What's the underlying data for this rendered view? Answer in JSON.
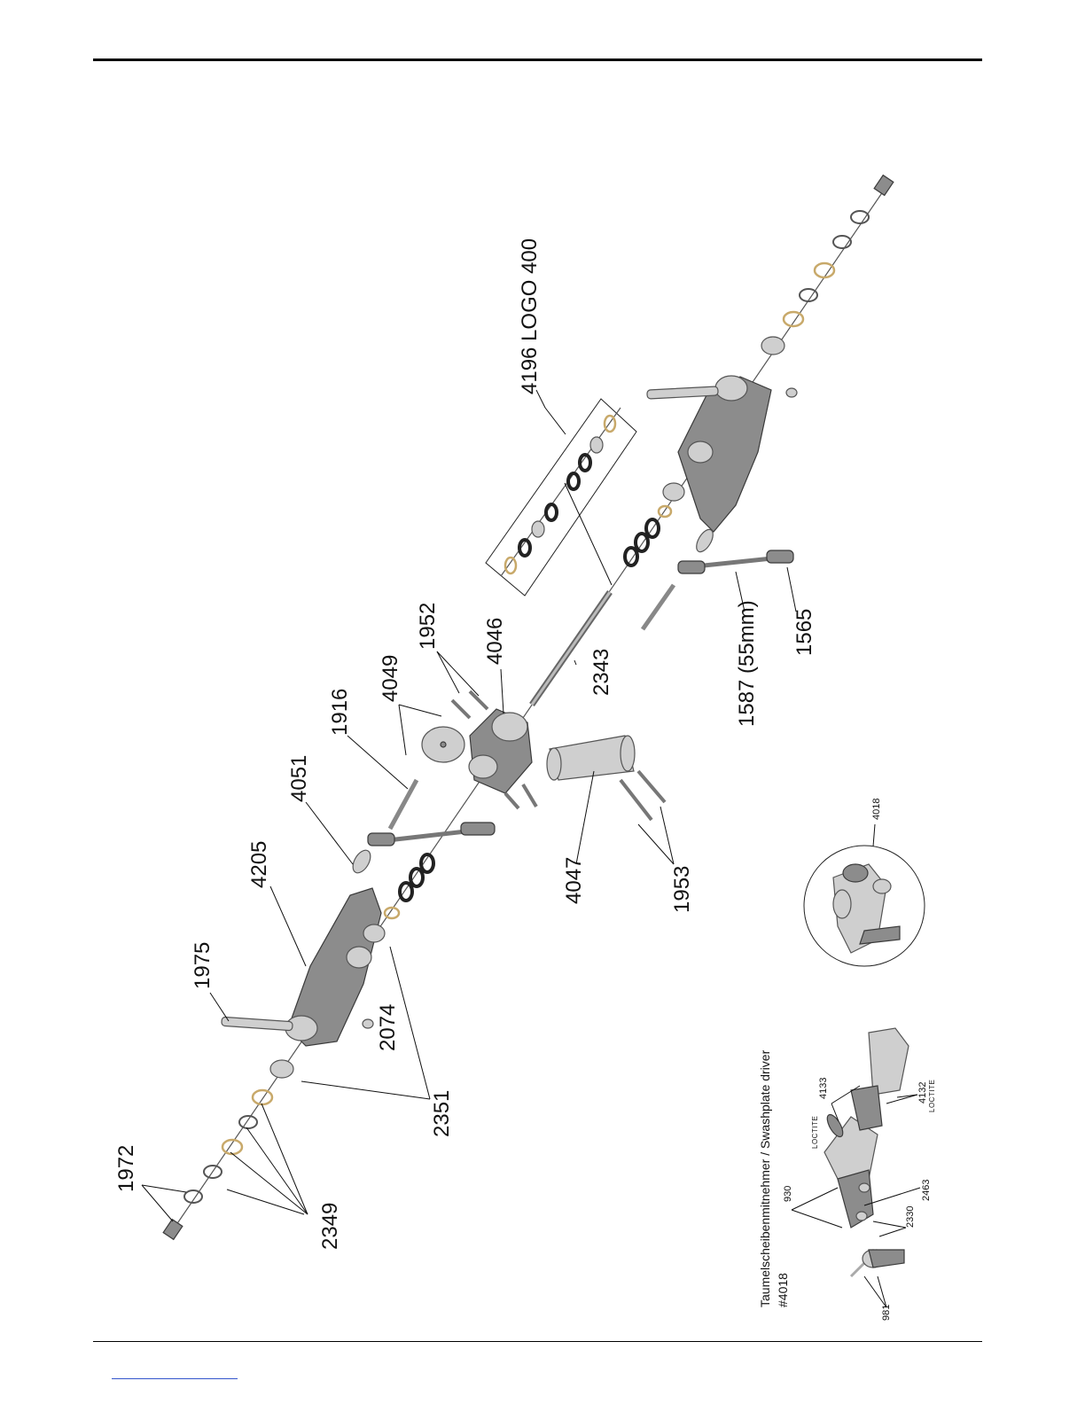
{
  "labels": {
    "p1972": "1972",
    "p2349": "2349",
    "p2351": "2351",
    "p2074": "2074",
    "p1975": "1975",
    "p4205": "4205",
    "p4051": "4051",
    "p1916": "1916",
    "p4049": "4049",
    "p1952": "1952",
    "p4046": "4046",
    "p4047": "4047",
    "p1953": "1953",
    "p2343": "2343",
    "p4196": "4196 LOGO 400",
    "p1587": "1587 (55mm)",
    "p1565": "1565",
    "p4018": "4018"
  },
  "inset": {
    "title_line1": "Taumelscheibenmitnehmer / Swashplate driver",
    "title_line2": "#4018",
    "p930": "930",
    "p2463": "2463",
    "p2330": "2330",
    "p981": "981",
    "p4133": "4133",
    "p4132": "4132",
    "loctite_a": "LOCTITE",
    "loctite_b": "LOCTITE"
  }
}
